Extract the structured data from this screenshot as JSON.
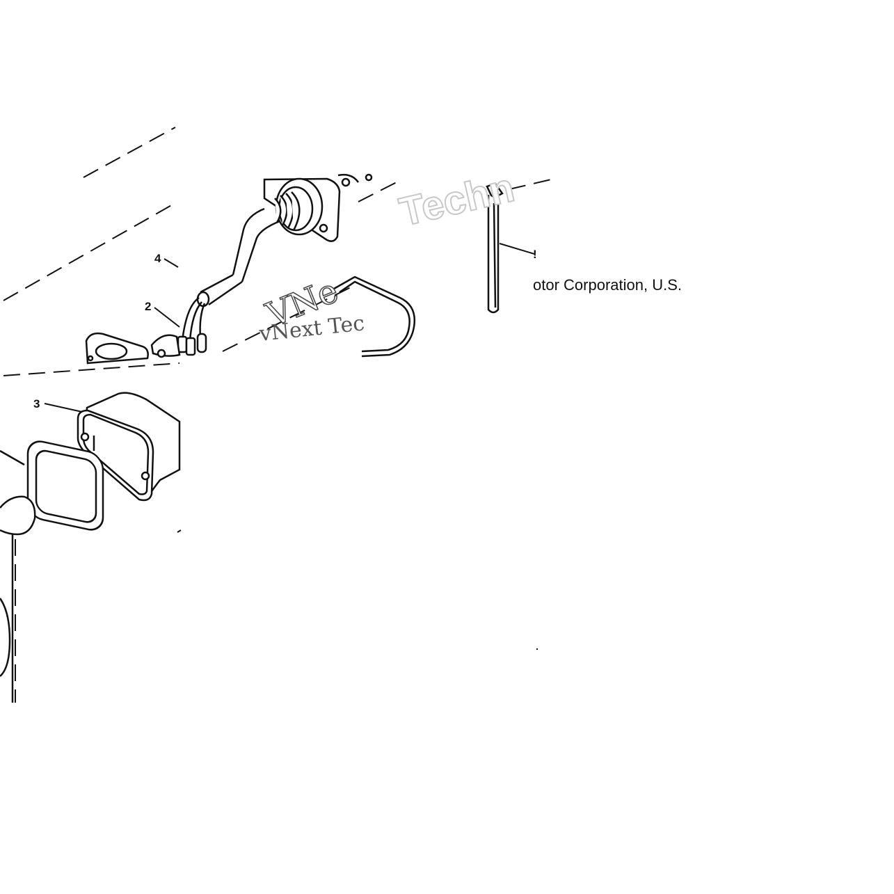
{
  "diagram": {
    "callouts": {
      "part_2": "2",
      "part_3": "3",
      "part_4": "4",
      "part_5_fragment": "!"
    },
    "copyright_fragment": "otor Corporation, U.S.",
    "watermarks": {
      "top": "Techn",
      "middle_small": "vNext Tec",
      "middle_big": "VNe"
    }
  }
}
